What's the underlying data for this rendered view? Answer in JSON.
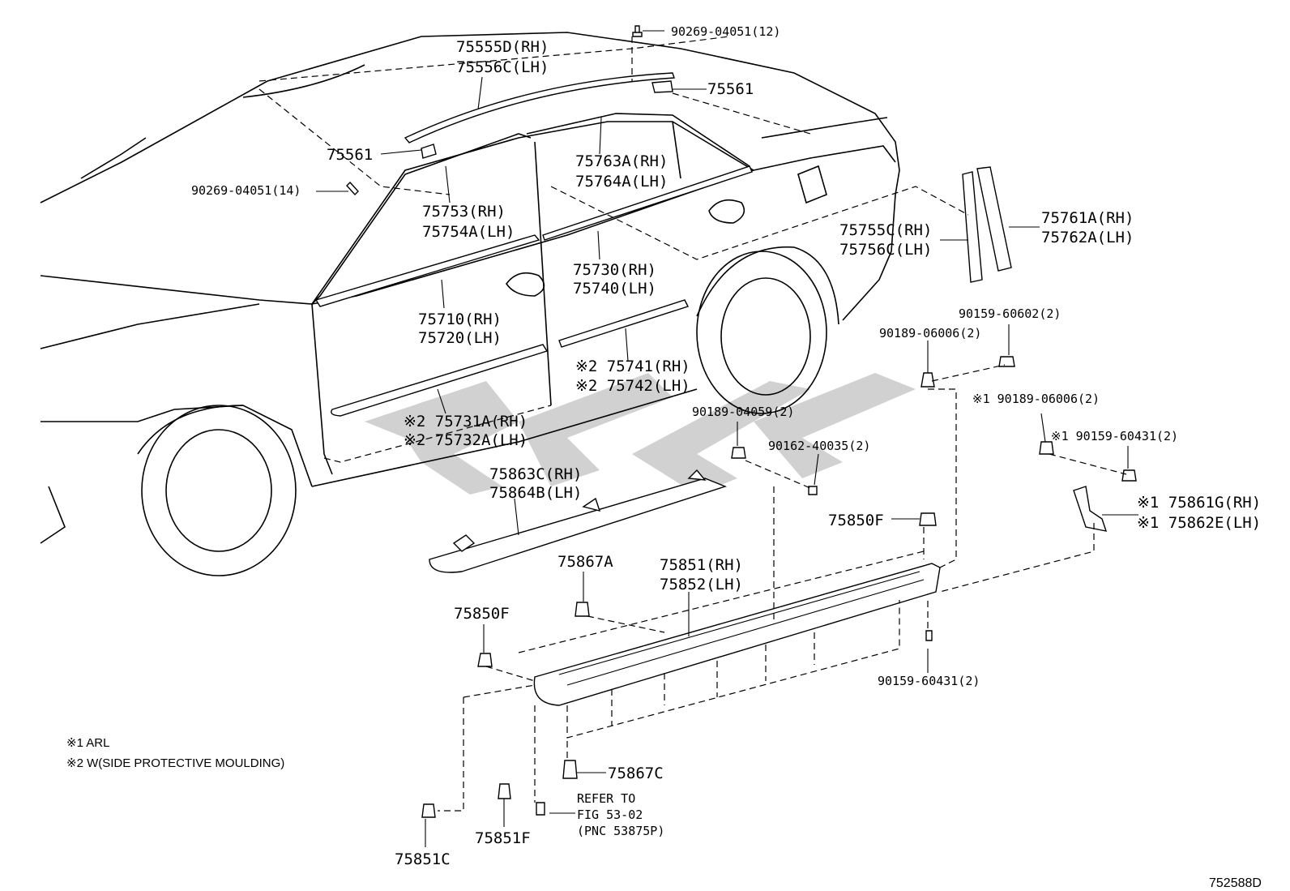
{
  "labels": [
    {
      "id": "l01",
      "text": "90269-04051(12)"
    },
    {
      "id": "l02",
      "text": "75555D(RH)"
    },
    {
      "id": "l03",
      "text": "75556C(LH)"
    },
    {
      "id": "l04",
      "text": "75561"
    },
    {
      "id": "l05",
      "text": "75561"
    },
    {
      "id": "l06",
      "text": "90269-04051(14)"
    },
    {
      "id": "l07",
      "text": "75763A(RH)"
    },
    {
      "id": "l08",
      "text": "75764A(LH)"
    },
    {
      "id": "l09",
      "text": "75753(RH)"
    },
    {
      "id": "l10",
      "text": "75754A(LH)"
    },
    {
      "id": "l11",
      "text": "75755C(RH)"
    },
    {
      "id": "l12",
      "text": "75756C(LH)"
    },
    {
      "id": "l13",
      "text": "75761A(RH)"
    },
    {
      "id": "l14",
      "text": "75762A(LH)"
    },
    {
      "id": "l15",
      "text": "75730(RH)"
    },
    {
      "id": "l16",
      "text": "75740(LH)"
    },
    {
      "id": "l17",
      "text": "75710(RH)"
    },
    {
      "id": "l18",
      "text": "75720(LH)"
    },
    {
      "id": "l19",
      "text": "90159-60602(2)"
    },
    {
      "id": "l20",
      "text": "90189-06006(2)"
    },
    {
      "id": "l21",
      "text": "※2 75741(RH)"
    },
    {
      "id": "l22",
      "text": "※2 75742(LH)"
    },
    {
      "id": "l23",
      "text": "※1 90189-06006(2)"
    },
    {
      "id": "l24",
      "text": "90189-04059(2)"
    },
    {
      "id": "l25",
      "text": "※2 75731A(RH)"
    },
    {
      "id": "l26",
      "text": "※2 75732A(LH)"
    },
    {
      "id": "l27",
      "text": "※1 90159-60431(2)"
    },
    {
      "id": "l28",
      "text": "90162-40035(2)"
    },
    {
      "id": "l29",
      "text": "75863C(RH)"
    },
    {
      "id": "l30",
      "text": "75864B(LH)"
    },
    {
      "id": "l31",
      "text": "※1 75861G(RH)"
    },
    {
      "id": "l32",
      "text": "※1 75862E(LH)"
    },
    {
      "id": "l33",
      "text": "75850F"
    },
    {
      "id": "l34",
      "text": "75867A"
    },
    {
      "id": "l35",
      "text": "75851(RH)"
    },
    {
      "id": "l36",
      "text": "75852(LH)"
    },
    {
      "id": "l37",
      "text": "75850F"
    },
    {
      "id": "l38",
      "text": "90159-60431(2)"
    },
    {
      "id": "l39",
      "text": "75867C"
    },
    {
      "id": "l40",
      "text": "REFER TO"
    },
    {
      "id": "l41",
      "text": "FIG 53-02"
    },
    {
      "id": "l42",
      "text": "(PNC 53875P)"
    },
    {
      "id": "l43",
      "text": "75851C"
    },
    {
      "id": "l44",
      "text": "75851F"
    }
  ],
  "notes": [
    {
      "id": "n1",
      "text": "※1 ARL"
    },
    {
      "id": "n2",
      "text": "※2 W(SIDE PROTECTIVE MOULDING)"
    }
  ],
  "figure_code": "752588D",
  "watermark_color": "#c9c9c9"
}
